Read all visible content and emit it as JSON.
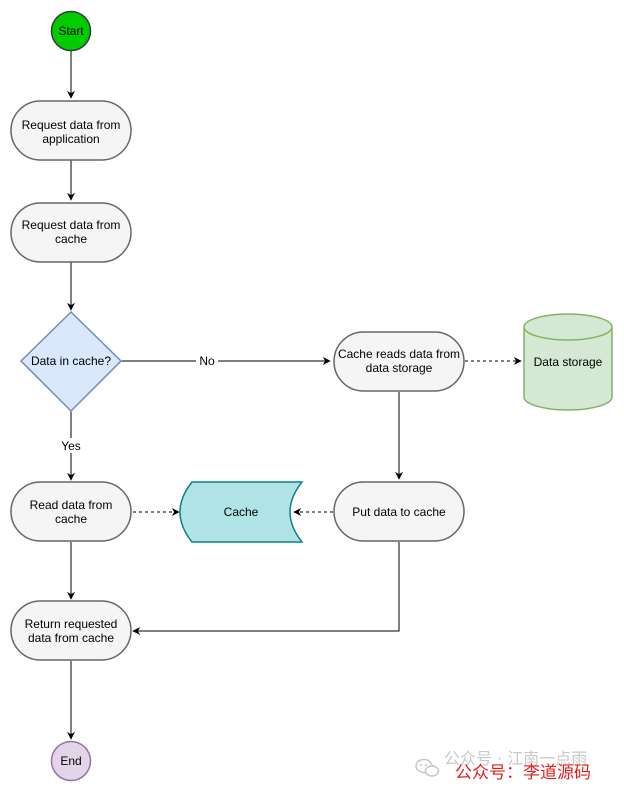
{
  "nodes": {
    "start": "Start",
    "request_app": [
      "Request data from",
      "application"
    ],
    "request_cache": [
      "Request data from",
      "cache"
    ],
    "decision": "Data in cache?",
    "cache_reads": [
      "Cache reads data from",
      "data storage"
    ],
    "data_storage": "Data storage",
    "read_cache": [
      "Read data from",
      "cache"
    ],
    "cache": "Cache",
    "put_cache": "Put data to cache",
    "return_data": [
      "Return requested",
      "data from cache"
    ],
    "end": "End"
  },
  "edges": {
    "no_label": "No",
    "yes_label": "Yes"
  },
  "watermark": {
    "shadow": "公众号 · 江南一点雨",
    "text": "公众号：李道源码"
  },
  "colors": {
    "start_fill": "#00cc00",
    "end_fill": "#e1d5e7",
    "decision_fill": "#dae8fc",
    "decision_stroke": "#6c8ebf",
    "storage_fill": "#d5e8d4",
    "storage_stroke": "#82b366",
    "cache_fill": "#b0e3e6",
    "cache_stroke": "#0e8088",
    "process_fill": "#f5f5f5",
    "process_stroke": "#666666",
    "watermark_red": "#e0211d"
  }
}
